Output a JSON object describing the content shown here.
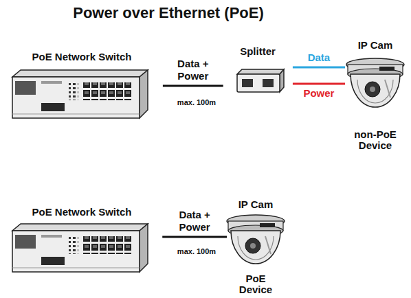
{
  "diagram": {
    "title": "Power over Ethernet (PoE)",
    "nodes": [
      {
        "text": [
          "PoE Network Switch"
        ]
      },
      {
        "text": [
          "Splitter"
        ]
      },
      {
        "text": [
          "IP Cam",
          "non-PoE Device"
        ]
      },
      {
        "text": [
          "PoE Network Switch"
        ]
      },
      {
        "text": [
          "IP Cam",
          "PoE Device"
        ]
      }
    ],
    "edges": [
      {
        "from": 0,
        "to": 1,
        "label": "Data + Power",
        "arrow": "none"
      },
      {
        "from": 1,
        "to": 2,
        "label": "Data",
        "arrow": "none"
      },
      {
        "from": 1,
        "to": 2,
        "label": "Power",
        "arrow": "none"
      },
      {
        "from": 3,
        "to": 4,
        "label": "Data + Power",
        "arrow": "none"
      }
    ],
    "labels": [
      "max. 100m",
      "max. 100m"
    ]
  }
}
